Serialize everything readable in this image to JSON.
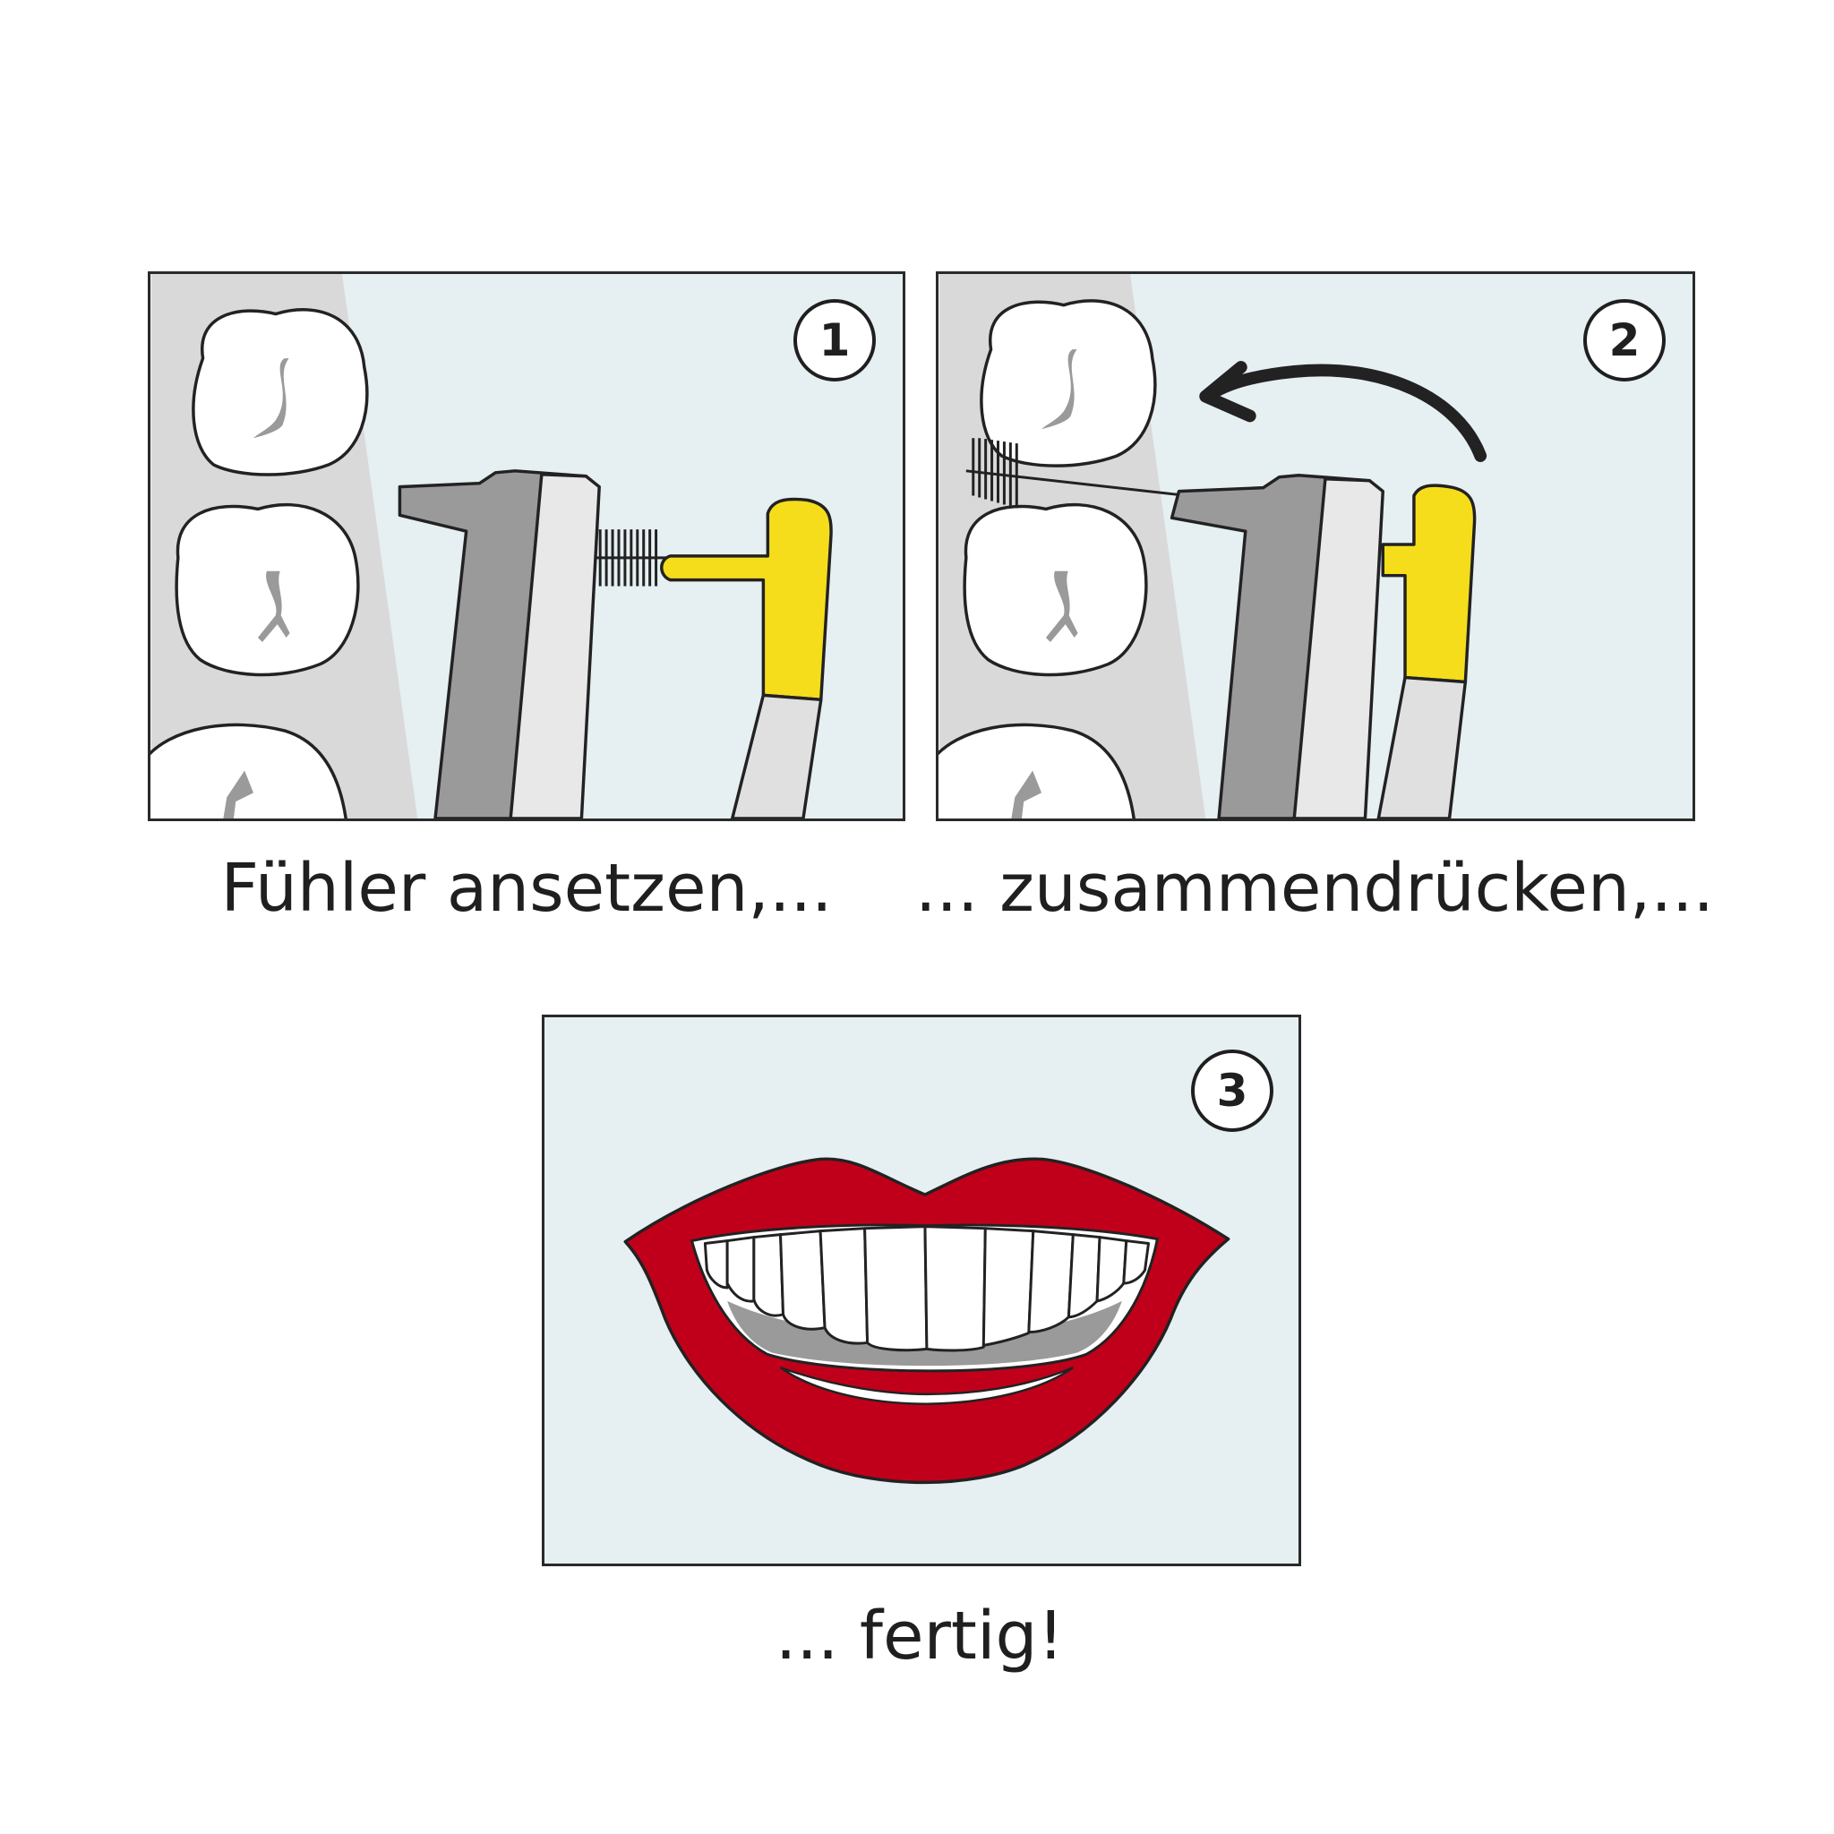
{
  "steps": [
    {
      "number": "1",
      "caption": "Fühler ansetzen,..."
    },
    {
      "number": "2",
      "caption": "... zusammendrücken,..."
    },
    {
      "number": "3",
      "caption": "... fertig!"
    }
  ],
  "icons": [
    "molar-tooth-icon",
    "interdental-brush-icon",
    "curved-arrow-icon",
    "smiling-mouth-icon"
  ],
  "colors": {
    "panel_bg": "#e6eff1",
    "gum": "#d9d9d9",
    "brush_grey": "#9a9a9a",
    "brush_yellow": "#f5dd1c",
    "lip_red": "#c0001a",
    "outline": "#1f1f1f"
  }
}
